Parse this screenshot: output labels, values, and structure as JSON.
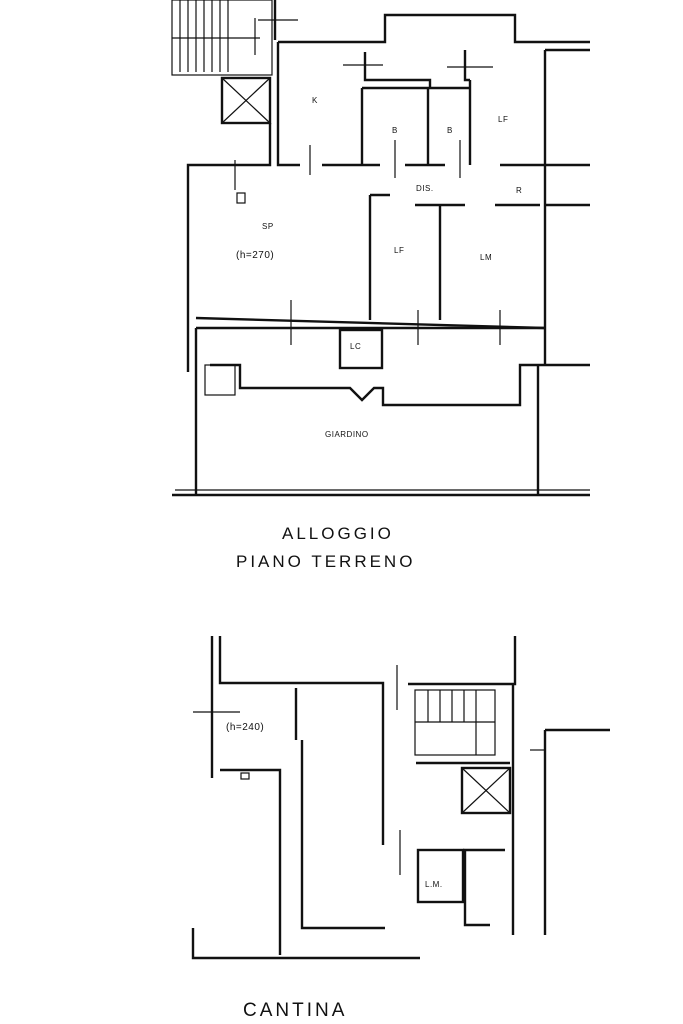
{
  "ground_floor": {
    "title_line1": "ALLOGGIO",
    "title_line2": "PIANO TERRENO",
    "rooms": [
      {
        "id": "K",
        "label": "K"
      },
      {
        "id": "B1",
        "label": "B"
      },
      {
        "id": "B2",
        "label": "B"
      },
      {
        "id": "LF1",
        "label": "LF"
      },
      {
        "id": "DIS",
        "label": "DIS."
      },
      {
        "id": "R",
        "label": "R"
      },
      {
        "id": "SP",
        "label": "SP"
      },
      {
        "id": "SP_h",
        "label": "(h=270)"
      },
      {
        "id": "LF2",
        "label": "LF"
      },
      {
        "id": "LM",
        "label": "LM"
      },
      {
        "id": "LC",
        "label": "LC"
      },
      {
        "id": "GIARDINO",
        "label": "GIARDINO"
      }
    ]
  },
  "cellar": {
    "title": "CANTINA",
    "height_label": "(h=240)",
    "rooms": [
      {
        "id": "LM",
        "label": "L.M."
      }
    ]
  }
}
